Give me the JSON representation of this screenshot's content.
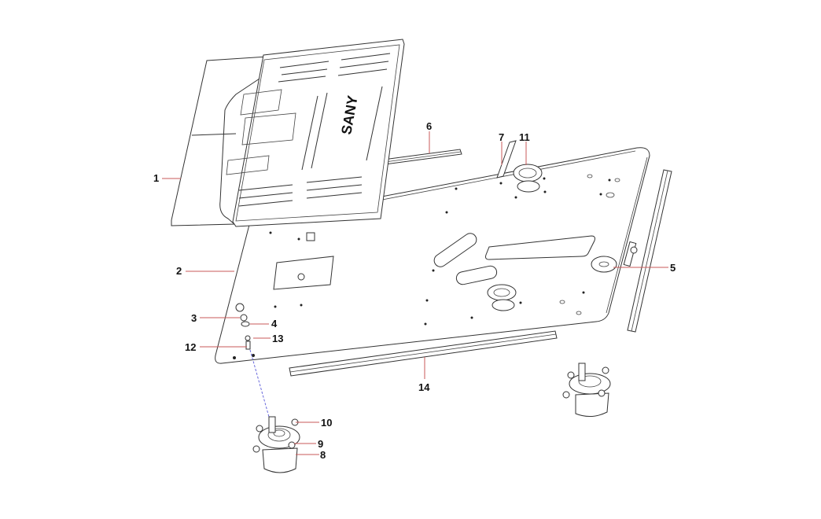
{
  "diagram": {
    "type": "exploded-assembly-drawing",
    "brand_mark": "SANY",
    "colors": {
      "line": "#333333",
      "leader": "#c85a5a",
      "background": "#ffffff"
    },
    "callouts": [
      {
        "id": "1",
        "label": "1",
        "part": "cover-plate"
      },
      {
        "id": "2",
        "label": "2",
        "part": "base-plate"
      },
      {
        "id": "3",
        "label": "3",
        "part": "nut"
      },
      {
        "id": "4",
        "label": "4",
        "part": "washer"
      },
      {
        "id": "5",
        "label": "5",
        "part": "grommet-with-bracket"
      },
      {
        "id": "6",
        "label": "6",
        "part": "rubber-strip-rear"
      },
      {
        "id": "7",
        "label": "7",
        "part": "short-strip"
      },
      {
        "id": "8",
        "label": "8",
        "part": "mount-body"
      },
      {
        "id": "9",
        "label": "9",
        "part": "mount-bolt"
      },
      {
        "id": "10",
        "label": "10",
        "part": "mount-nut"
      },
      {
        "id": "11",
        "label": "11",
        "part": "grommet"
      },
      {
        "id": "12",
        "label": "12",
        "part": "bolt"
      },
      {
        "id": "13",
        "label": "13",
        "part": "spacer"
      },
      {
        "id": "14",
        "label": "14",
        "part": "rubber-strip-front"
      }
    ]
  }
}
